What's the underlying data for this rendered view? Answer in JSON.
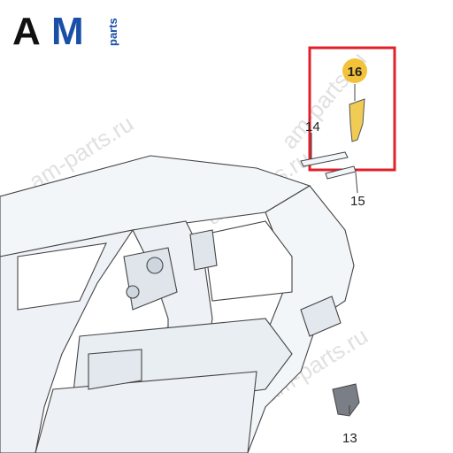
{
  "logo": {
    "letters": "AM",
    "sub": "parts",
    "colors": {
      "A": "#111111",
      "M": "#1a4fa8"
    }
  },
  "callouts": {
    "c16": "16",
    "c14": "14",
    "c15": "15",
    "c13": "13"
  },
  "watermarks": [
    "am-parts.ru",
    "am-parts.ru",
    "am-parts.ru",
    "am-parts.ru",
    "am-parts.ru"
  ],
  "colors": {
    "highlight_box": "#e0202a",
    "callout_badge": "#f2c23a",
    "part_fill": "#f0cc55",
    "line": "#444444",
    "body_fill": "#f2f6f9"
  }
}
